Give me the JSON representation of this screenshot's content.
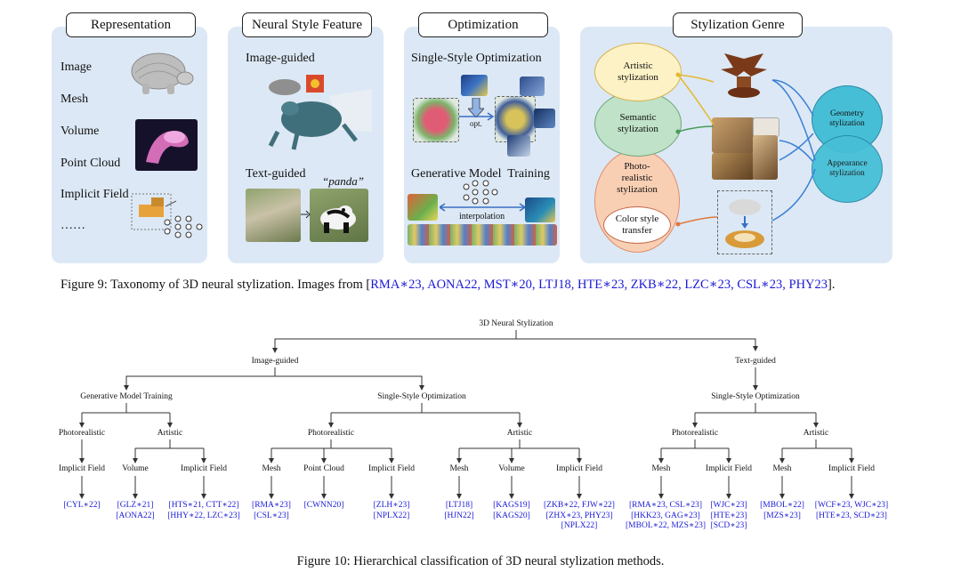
{
  "figure9": {
    "panels": {
      "representation": {
        "title": "Representation",
        "items": [
          "Image",
          "Mesh",
          "Volume",
          "Point Cloud",
          "Implicit Field",
          "……"
        ]
      },
      "neural_style_feature": {
        "title": "Neural Style Feature",
        "image_guided": "Image-guided",
        "text_guided": "Text-guided",
        "prompt": "“panda”"
      },
      "optimization": {
        "title": "Optimization",
        "single_style": "Single-Style Optimization",
        "opt_label": "opt.",
        "generative": "Generative Model  Training",
        "interpolation": "interpolation"
      },
      "stylization_genre": {
        "title": "Stylization Genre",
        "artistic": "Artistic\nstylization",
        "semantic": "Semantic\nstylization",
        "photorealistic": "Photo-\nrealistic\nstylization",
        "color_transfer": "Color style\ntransfer",
        "geometry": "Geometry\nstylization",
        "appearance": "Appearance\nstylization"
      }
    },
    "caption_prefix": "Figure 9: Taxonomy of 3D neural stylization. Images from [",
    "caption_cites": "RMA∗23, AONA22, MST∗20, LTJ18, HTE∗23, ZKB∗22, LZC∗23, CSL∗23, PHY23",
    "caption_suffix": "]."
  },
  "figure10": {
    "root": "3D Neural Stylization",
    "image_guided": "Image-guided",
    "text_guided": "Text-guided",
    "gen_model_training": "Generative Model Training",
    "sso_image": "Single-Style Optimization",
    "sso_text": "Single-Style Optimization",
    "photorealistic": "Photorealistic",
    "artistic": "Artistic",
    "implicit_field": "Implicit Field",
    "volume": "Volume",
    "mesh": "Mesh",
    "point_cloud": "Point Cloud",
    "leaves": [
      "[CYL∗22]",
      "[GLZ∗21]\n[AONA22]",
      "[HTS∗21, CTT∗22]\n[HHY∗22, LZC∗23]",
      "[RMA∗23]\n[CSL∗23]",
      "[CWNN20]",
      "[ZLH∗23]\n[NPLX22]",
      "[LTJ18]\n[HJN22]",
      "[KAGS19]\n[KAGS20]",
      "[ZKB∗22, FJW∗22]\n[ZHX∗23, PHY23]\n[NPLX22]",
      "[RMA∗23, CSL∗23]\n[HKK23, GAG∗23]\n[MBOL∗22, MZS∗23]",
      "[WJC∗23]\n[HTE∗23]\n[SCD∗23]",
      "[MBOL∗22]\n[MZS∗23]",
      "[WCF∗23, WJC∗23]\n[HTE∗23, SCD∗23]"
    ],
    "caption": "Figure 10: Hierarchical classification of 3D neural stylization methods."
  },
  "colors": {
    "panel_bg": "#dce8f5",
    "cite_blue": "#1a1ad6",
    "artistic_fill": "#fdf2c6",
    "semantic_fill": "#bfe2c8",
    "photo_fill": "#f9cfb4",
    "circle_fill": "#46bfd6"
  }
}
